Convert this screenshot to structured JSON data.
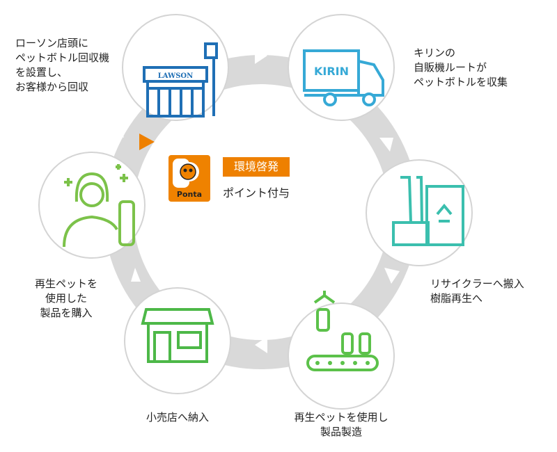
{
  "steps": [
    {
      "label": "ローソン店頭に\nペットボトル回収機\nを設置し、\nお客様から回収",
      "icon": "lawson-store-icon",
      "icon_text": "LAWSON",
      "color": "#1f6fb5"
    },
    {
      "label": "キリンの\n自販機ルートが\nペットボトルを収集",
      "icon": "kirin-truck-icon",
      "icon_text": "KIRIN",
      "color": "#36a9d6"
    },
    {
      "label": "リサイクラーへ搬入\n樹脂再生へ",
      "icon": "recycling-factory-icon",
      "color": "#3bbfae"
    },
    {
      "label": "再生ペットを使用し\n製品製造",
      "icon": "bottle-production-icon",
      "color": "#5cc14a"
    },
    {
      "label": "小売店へ納入",
      "icon": "retail-store-icon",
      "color": "#4db848"
    },
    {
      "label": "再生ペットを\n使用した\n製品を購入",
      "icon": "customer-bottle-icon",
      "color": "#7cc24a"
    }
  ],
  "center": {
    "badge": "環境啓発",
    "points": "ポイント付与",
    "logo_text": "Ponta"
  },
  "colors": {
    "ring": "#d9d9d9",
    "circle_border": "#d4d4d4",
    "accent": "#ee8000"
  }
}
